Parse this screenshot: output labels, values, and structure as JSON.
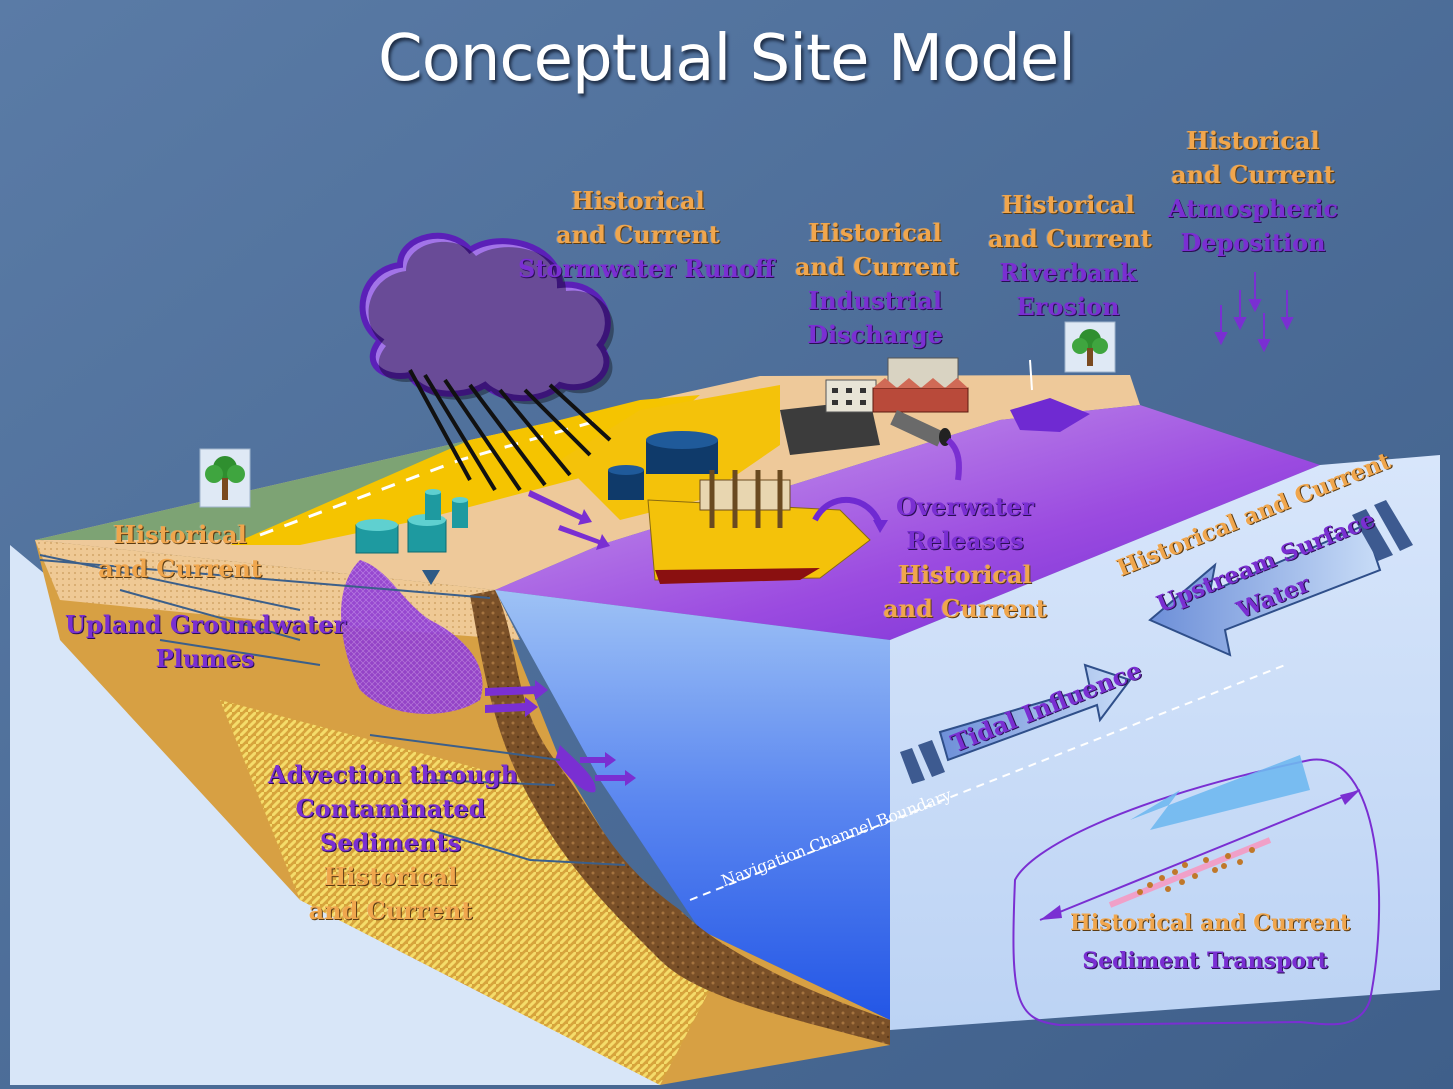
{
  "title": "Conceptual Site Model",
  "labels": {
    "stormwater": {
      "line1": "Historical",
      "line2": "and Current",
      "line3": "Stormwater Runoff"
    },
    "industrial": {
      "line1": "Historical",
      "line2": "and Current",
      "line3": "Industrial",
      "line4": "Discharge"
    },
    "riverbank": {
      "line1": "Historical",
      "line2": "and Current",
      "line3": "Riverbank",
      "line4": "Erosion"
    },
    "atmospheric": {
      "line1": "Historical",
      "line2": "and Current",
      "line3": "Atmospheric",
      "line4": "Deposition"
    },
    "upland_hist": {
      "line1": "Historical",
      "line2": "and Current"
    },
    "upland_plumes": {
      "line1": "Upland Groundwater",
      "line2": "Plumes"
    },
    "overwater": {
      "line1": "Overwater",
      "line2": "Releases",
      "line3": "Historical",
      "line4": "and Current"
    },
    "upstream": {
      "line1": "Historical and Current",
      "line2": "Upstream Surface",
      "line3": "Water"
    },
    "tidal": "Tidal Influence",
    "nav_channel": "Navigation Channel Boundary",
    "advection": {
      "line1": "Advection through",
      "line2": "Contaminated",
      "line3": "Sediments",
      "line4": "Historical",
      "line5": "and Current"
    },
    "sediment_transport": {
      "line1": "Historical and Current",
      "line2": "Sediment Transport"
    }
  },
  "colors": {
    "background": "#4a6a93",
    "label_orange": "#f0a64d",
    "label_purple": "#7a2fd2",
    "water_surface": "#9b4be0",
    "water_body": "#3e6ee8",
    "land": "#f0c48a",
    "road": "#f5c400"
  },
  "icons": [
    "tree-icon",
    "storm-cloud-icon",
    "factory-icon",
    "ship-icon",
    "tank-icon",
    "discharge-pipe-icon"
  ]
}
